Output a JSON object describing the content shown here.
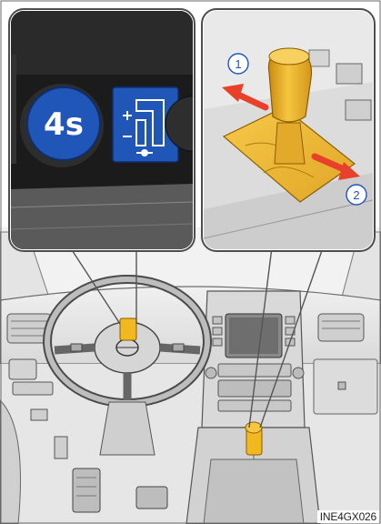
{
  "illustration": {
    "left_panel": {
      "mode_badge_text": "4s",
      "mode_badge_color": "#1f56b8",
      "icon": "transfer-shift-diagram-icon"
    },
    "right_panel": {
      "callout_1": "1",
      "callout_2": "2",
      "arrow_color": "#e8402a",
      "knob_color": "#f2b820"
    },
    "highlight_color": "#f2b820",
    "figure_code": "INE4GX026"
  }
}
